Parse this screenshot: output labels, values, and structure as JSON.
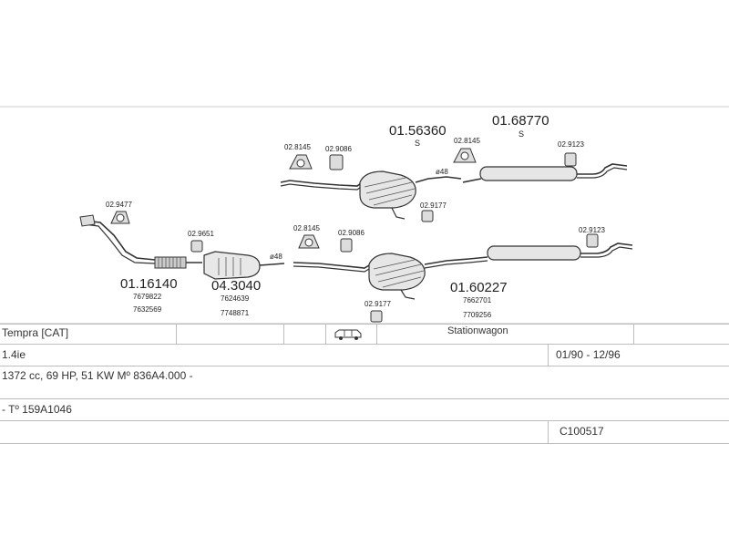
{
  "parts": {
    "p_015636": {
      "code": "01.56360",
      "suffix": "S"
    },
    "p_016877": {
      "code": "01.68770",
      "suffix": "S"
    },
    "p_011614": {
      "code": "01.16140",
      "refs": [
        "7679822",
        "7632569"
      ]
    },
    "p_043040": {
      "code": "04.3040",
      "refs": [
        "7624639",
        "7748871"
      ]
    },
    "p_016022": {
      "code": "01.60227",
      "refs": [
        "7662701",
        "7709256"
      ]
    }
  },
  "small_parts": {
    "a": "02.9477",
    "b": "02.9651",
    "c": "02.8145",
    "d": "02.9086",
    "e": "02.8145",
    "f": "02.9123",
    "g": "02.9177",
    "h": "02.8145",
    "i": "02.9086",
    "j": "02.9177",
    "k": "02.9123"
  },
  "diameters": {
    "d1": "ø48",
    "d2": "ø48"
  },
  "vehicle": {
    "model": "Tempra  [CAT]",
    "body": "Stationwagon",
    "engine": "1.4ie",
    "years": "01/90 - 12/96",
    "spec": "1372 cc, 69 HP, 51 KW  Mº 836A4.000 -",
    "type": "- Tº 159A1046",
    "catalog": "C100517"
  }
}
